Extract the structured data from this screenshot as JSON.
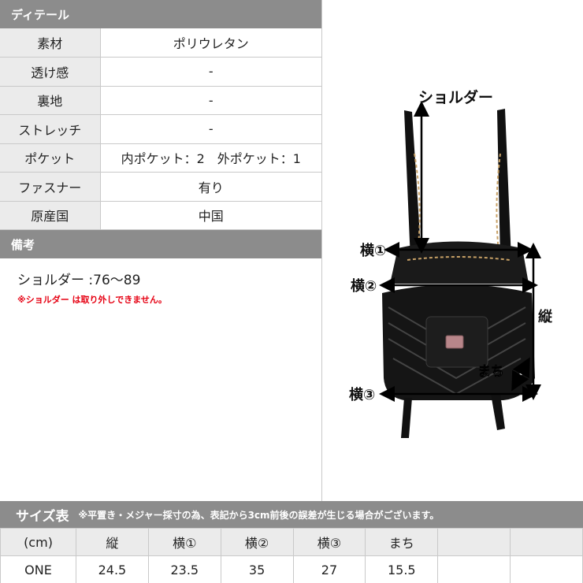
{
  "detail": {
    "header": "ディテール",
    "rows": [
      {
        "label": "素材",
        "value": "ポリウレタン"
      },
      {
        "label": "透け感",
        "value": "-"
      },
      {
        "label": "裏地",
        "value": "-"
      },
      {
        "label": "ストレッチ",
        "value": "-"
      },
      {
        "label": "ポケット",
        "value": "内ポケット：2　外ポケット：1"
      },
      {
        "label": "ファスナー",
        "value": "有り"
      },
      {
        "label": "原産国",
        "value": "中国"
      }
    ]
  },
  "memo": {
    "header": "備考",
    "text": "ショルダー :76〜89",
    "note": "※ショルダー は取り外しできません。"
  },
  "figure": {
    "shoulder": "ショルダー",
    "w1": "横①",
    "w2": "横②",
    "w3": "横③",
    "height": "縦",
    "depth": "まち"
  },
  "size": {
    "title": "サイズ表",
    "note": "※平置き・メジャー採寸の為、表記から3cm前後の誤差が生じる場合がございます。",
    "headers": [
      "(cm)",
      "縦",
      "横①",
      "横②",
      "横③",
      "まち",
      "",
      ""
    ],
    "row": [
      "ONE",
      "24.5",
      "23.5",
      "35",
      "27",
      "15.5",
      "",
      ""
    ]
  },
  "colors": {
    "bar": "#8c8c8c",
    "label_bg": "#ebebeb",
    "note_red": "#e60012"
  }
}
